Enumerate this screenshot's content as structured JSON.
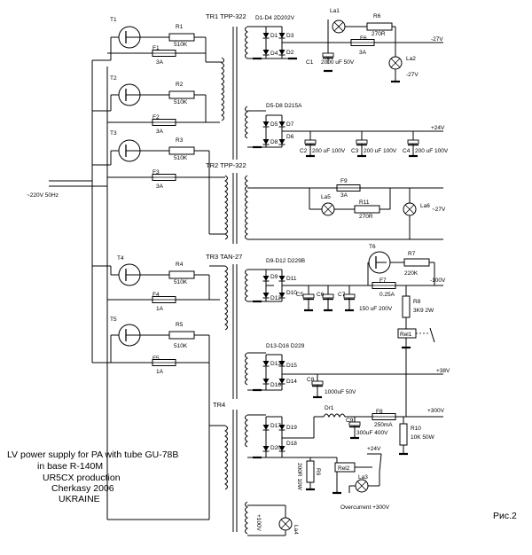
{
  "mains_label": "~220V 50Hz",
  "transformers": {
    "tr1": "TR1 TPP-322",
    "tr2": "TR2 TPP-322",
    "tr3": "TR3 TAN-27",
    "tr4": "TR4"
  },
  "switches": [
    "T1",
    "T2",
    "T3",
    "T4",
    "T5",
    "T6"
  ],
  "resistors": {
    "r1": "R1",
    "r1v": "510K",
    "r2": "R2",
    "r2v": "510K",
    "r3": "R3",
    "r3v": "510K",
    "r4": "R4",
    "r4v": "510K",
    "r5": "R5",
    "r5v": "510K",
    "r6": "R6",
    "r6v": "270R",
    "r7": "R7",
    "r7v": "220K",
    "r8": "R8",
    "r8v": "3K9 2W",
    "r9": "R9",
    "r9v": "200R 10W",
    "r10": "R10",
    "r10v": "10K 50W",
    "r11": "R11",
    "r11v": "270R"
  },
  "fuses": {
    "f1": "F1",
    "f1v": "3A",
    "f2": "F2",
    "f2v": "3A",
    "f3": "F3",
    "f3v": "3A",
    "f4": "F4",
    "f4v": "1A",
    "f5": "F5",
    "f5v": "1A",
    "f6": "F6",
    "f6v": "3A",
    "f7": "F7",
    "f7v": "0.25A",
    "f8": "F8",
    "f8v": "250mA",
    "f9": "F9",
    "f9v": "3A"
  },
  "diode_groups": {
    "g1": "D1-D4 2D202V",
    "g2": "D5-D8 D215A",
    "g3": "D9-D12 D229B",
    "g4": "D13-D16  D229"
  },
  "diodes": [
    "D1",
    "D2",
    "D3",
    "D4",
    "D5",
    "D6",
    "D7",
    "D8",
    "D9",
    "D10",
    "D11",
    "D12",
    "D13",
    "D14",
    "D15",
    "D16",
    "D17",
    "D18",
    "D19",
    "D20"
  ],
  "capacitors": {
    "c1": "C1",
    "c1v": "2000 uF 50V",
    "c2": "C2",
    "c3": "C3",
    "c4": "C4",
    "c234v": "200 uF 100V",
    "c5": "C5",
    "c6": "C6",
    "c7": "C7",
    "c567v": "150 uF  200V",
    "c8": "C8",
    "c8v": "1000uF 50V",
    "c9": "C9",
    "c9v": "300uF 400V"
  },
  "lamps": [
    "La1",
    "La2",
    "La3",
    "La4",
    "La5",
    "La6"
  ],
  "choke": "Dr1",
  "relays": [
    "Rel1",
    "Rel2"
  ],
  "outputs": {
    "o1": "-27V",
    "o1b": "-27V",
    "o2": "+24V",
    "o3": "~27V",
    "o4": "-100V",
    "o5": "+38V",
    "o6": "+300V",
    "o7": "+24V",
    "o8": "+100V",
    "overcurrent": "Overcurrent +300V"
  },
  "caption": {
    "line1": "LV power supply for PA with tube GU-78B",
    "line2": "in base R-140M",
    "line3": "UR5CX production",
    "line4": "Cherkasy 2006",
    "line5": "UKRAINE"
  },
  "figure_label": "Рис.2"
}
